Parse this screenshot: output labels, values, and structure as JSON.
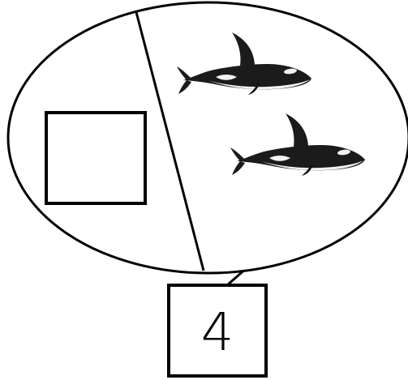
{
  "diagram": {
    "type": "number-bond",
    "whole": {
      "value": "4"
    },
    "parts": [
      {
        "side": "left",
        "value": "",
        "state": "empty-box"
      },
      {
        "side": "right",
        "icon": "orca-icon",
        "count": 2
      }
    ]
  },
  "colors": {
    "stroke": "#000000",
    "background": "#ffffff",
    "orca_body": "#1b1b1b",
    "orca_belly": "#f2f2f2"
  }
}
